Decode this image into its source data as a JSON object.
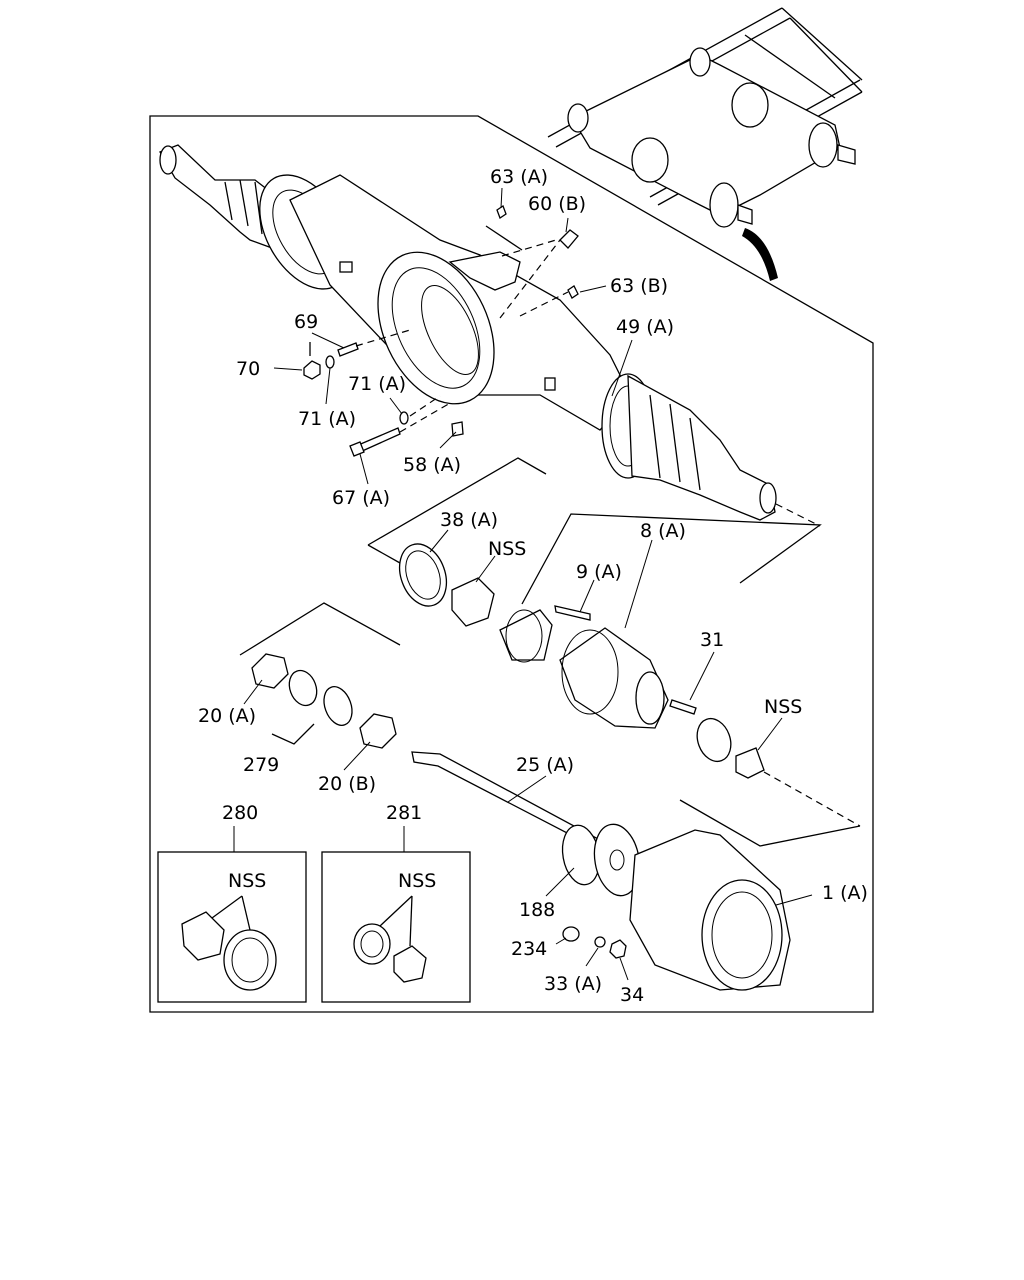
{
  "labels": {
    "p63a": "63 (A)",
    "p60b": "60 (B)",
    "p63b": "63 (B)",
    "p69": "69",
    "p49a": "49 (A)",
    "p70": "70",
    "p71a_top": "71 (A)",
    "p71a_bot": "71 (A)",
    "p58a": "58 (A)",
    "p67a": "67 (A)",
    "p38a": "38 (A)",
    "nss_1": "NSS",
    "p8a": "8 (A)",
    "p9a": "9 (A)",
    "p31": "31",
    "nss_2": "NSS",
    "p20a": "20 (A)",
    "p279": "279",
    "p20b": "20 (B)",
    "p25a": "25 (A)",
    "p280": "280",
    "p281": "281",
    "nss_3": "NSS",
    "nss_4": "NSS",
    "p188": "188",
    "p1a": "1 (A)",
    "p234": "234",
    "p33a": "33 (A)",
    "p34": "34"
  }
}
